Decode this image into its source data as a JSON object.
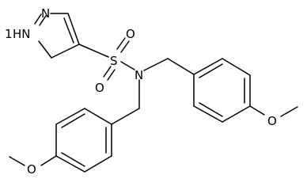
{
  "molecule": {
    "atoms": {
      "pyrazole_n1": "N",
      "pyrazole_nh": "HN",
      "pyrazole_nh_prefix": "1",
      "sulfur": "S",
      "oxygen_top": "O",
      "oxygen_bottom": "O",
      "sulfonamide_n": "N",
      "methoxy_o_right": "O",
      "methoxy_o_left": "O"
    }
  }
}
